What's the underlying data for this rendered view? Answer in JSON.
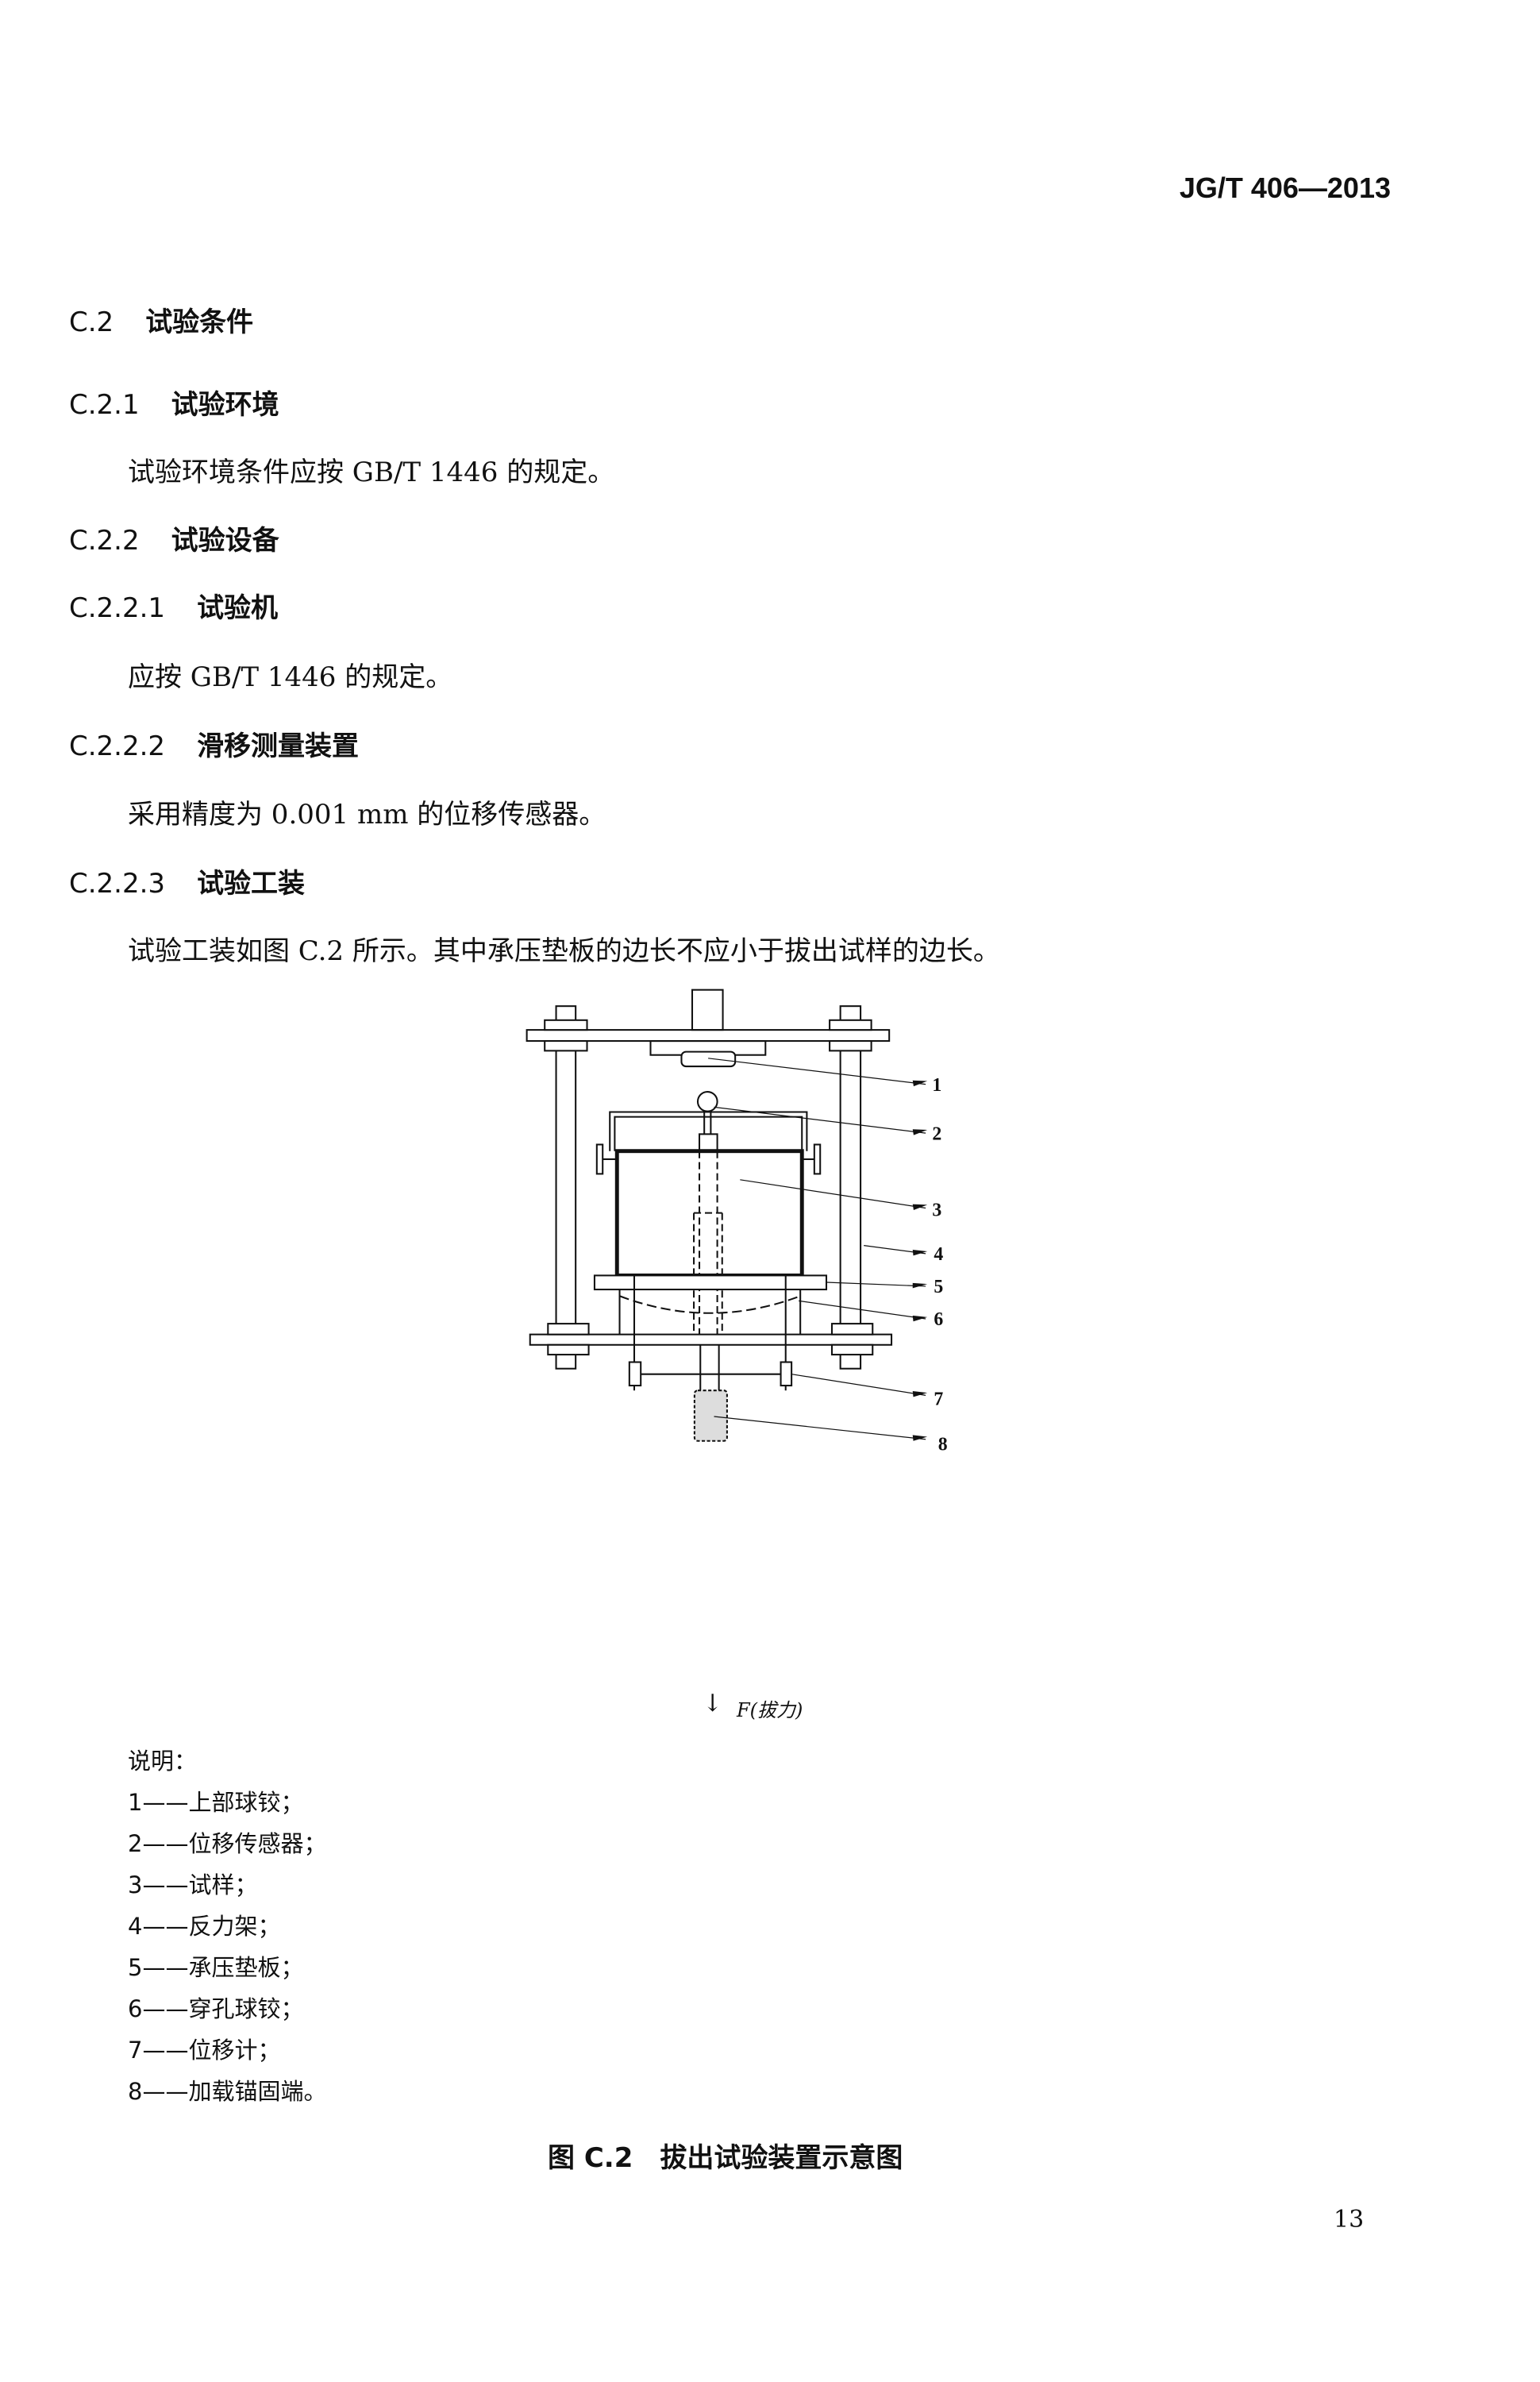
{
  "header": {
    "doc_code": "JG/T 406—2013"
  },
  "sections": [
    {
      "num": "C.2",
      "title": "试验条件"
    },
    {
      "num": "C.2.1",
      "title": "试验环境"
    },
    {
      "text": "试验环境条件应按 GB/T 1446 的规定。"
    },
    {
      "num": "C.2.2",
      "title": "试验设备"
    },
    {
      "num": "C.2.2.1",
      "title": "试验机"
    },
    {
      "text": "应按 GB/T 1446 的规定。"
    },
    {
      "num": "C.2.2.2",
      "title": "滑移测量装置"
    },
    {
      "text": "采用精度为 0.001 mm 的位移传感器。"
    },
    {
      "num": "C.2.2.3",
      "title": "试验工装"
    },
    {
      "text": "试验工装如图 C.2 所示。其中承压垫板的边长不应小于拔出试样的边长。"
    }
  ],
  "figure": {
    "callouts": [
      "1",
      "2",
      "3",
      "4",
      "5",
      "6",
      "7",
      "8"
    ],
    "force_label": "F(拔力)",
    "legend_title": "说明：",
    "legend": [
      "1——上部球铰；",
      "2——位移传感器；",
      "3——试样；",
      "4——反力架；",
      "5——承压垫板；",
      "6——穿孔球铰；",
      "7——位移计；",
      "8——加载锚固端。"
    ],
    "caption": "图 C.2　拔出试验装置示意图"
  },
  "page_number": "13"
}
